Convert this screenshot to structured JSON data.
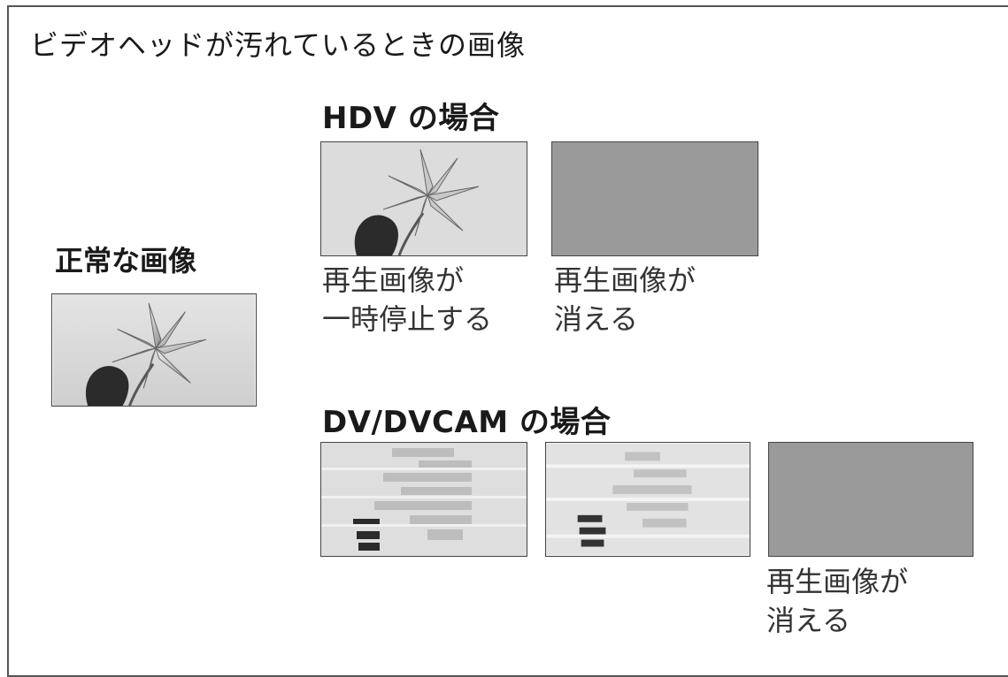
{
  "title": "ビデオヘッドが汚れているときの画像",
  "normal": {
    "label": "正常な画像"
  },
  "hdv": {
    "heading": "HDV の場合",
    "captions": [
      {
        "line1": "再生画像が",
        "line2": "一時停止する"
      },
      {
        "line1": "再生画像が",
        "line2": "消える"
      }
    ]
  },
  "dv": {
    "heading": "DV/DVCAM の場合",
    "captions": [
      {
        "line1": "再生画像が",
        "line2": "消える"
      }
    ]
  },
  "colors": {
    "blank_screen": "#9a9a9a",
    "border": "#444444"
  },
  "icons": [
    "flower-image",
    "distorted-flower-image",
    "blank-screen"
  ]
}
